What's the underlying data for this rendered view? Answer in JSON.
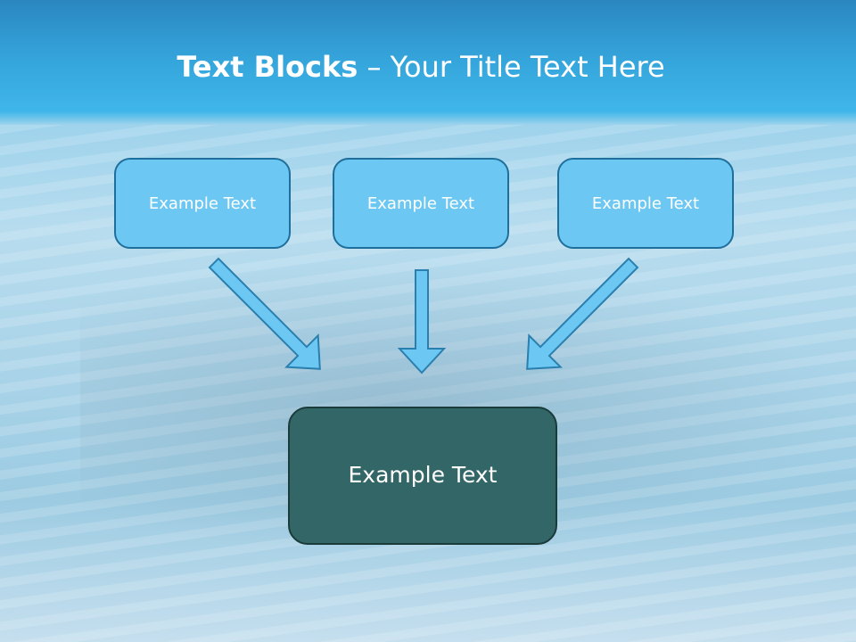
{
  "title": {
    "bold": "Text Blocks",
    "rest": " – Your Title Text Here"
  },
  "boxes": [
    {
      "label": "Example Text"
    },
    {
      "label": "Example Text"
    },
    {
      "label": "Example Text"
    }
  ],
  "center_box": {
    "label": "Example Text"
  },
  "colors": {
    "box_fill": "#6cc8f2",
    "box_border": "#1f6f9c",
    "center_fill": "#336666",
    "arrow": "#6cc8f2"
  }
}
